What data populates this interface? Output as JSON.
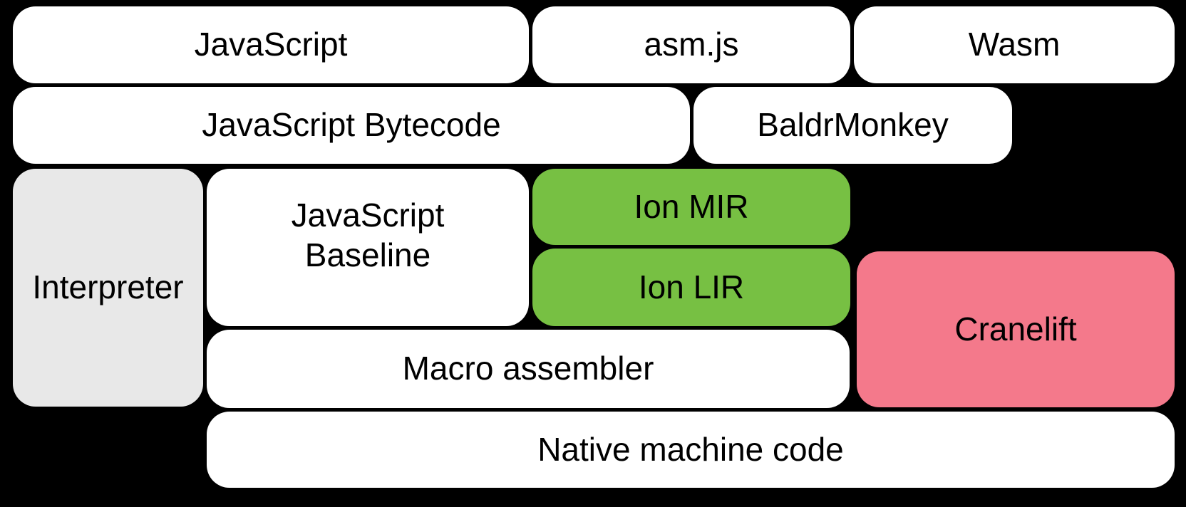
{
  "diagram": {
    "colors": {
      "background": "#000000",
      "box_white": "#ffffff",
      "box_gray": "#e8e8e8",
      "box_green": "#77c043",
      "box_pink": "#f4798b",
      "text": "#000000"
    },
    "boxes": {
      "javascript": {
        "label": "JavaScript"
      },
      "asmjs": {
        "label": "asm.js"
      },
      "wasm": {
        "label": "Wasm"
      },
      "bytecode": {
        "label": "JavaScript Bytecode"
      },
      "baldrmonkey": {
        "label": "BaldrMonkey"
      },
      "interpreter": {
        "label": "Interpreter"
      },
      "baseline": {
        "label": "JavaScript\nBaseline"
      },
      "ion_mir": {
        "label": "Ion MIR"
      },
      "ion_lir": {
        "label": "Ion LIR"
      },
      "cranelift": {
        "label": "Cranelift"
      },
      "macro_assembler": {
        "label": "Macro assembler"
      },
      "native_machine_code": {
        "label": "Native machine code"
      }
    }
  }
}
